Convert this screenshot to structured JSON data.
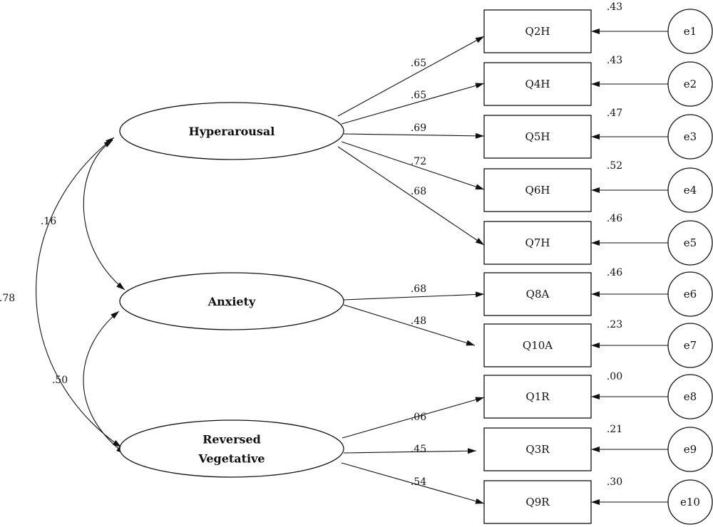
{
  "latents": [
    {
      "id": "hyperarousal",
      "lines": [
        "Hyperarousal"
      ]
    },
    {
      "id": "anxiety",
      "lines": [
        "Anxiety"
      ]
    },
    {
      "id": "reversed_vegetative",
      "lines": [
        "Reversed",
        "Vegetative"
      ]
    }
  ],
  "items": [
    {
      "id": "Q2H",
      "label": "Q2H",
      "error": "e1",
      "r2": ".43",
      "factor": "hyperarousal",
      "loading": ".65"
    },
    {
      "id": "Q4H",
      "label": "Q4H",
      "error": "e2",
      "r2": ".43",
      "factor": "hyperarousal",
      "loading": ".65"
    },
    {
      "id": "Q5H",
      "label": "Q5H",
      "error": "e3",
      "r2": ".47",
      "factor": "hyperarousal",
      "loading": ".69"
    },
    {
      "id": "Q6H",
      "label": "Q6H",
      "error": "e4",
      "r2": ".52",
      "factor": "hyperarousal",
      "loading": ".72"
    },
    {
      "id": "Q7H",
      "label": "Q7H",
      "error": "e5",
      "r2": ".46",
      "factor": "hyperarousal",
      "loading": ".68"
    },
    {
      "id": "Q8A",
      "label": "Q8A",
      "error": "e6",
      "r2": ".46",
      "factor": "anxiety",
      "loading": ".68"
    },
    {
      "id": "Q10A",
      "label": "Q10A",
      "error": "e7",
      "r2": ".23",
      "factor": "anxiety",
      "loading": ".48"
    },
    {
      "id": "Q1R",
      "label": "Q1R",
      "error": "e8",
      "r2": ".00",
      "factor": "reversed_vegetative",
      "loading": ".06"
    },
    {
      "id": "Q3R",
      "label": "Q3R",
      "error": "e9",
      "r2": ".21",
      "factor": "reversed_vegetative",
      "loading": ".45"
    },
    {
      "id": "Q9R",
      "label": "Q9R",
      "error": "e10",
      "r2": ".30",
      "factor": "reversed_vegetative",
      "loading": ".54"
    }
  ],
  "correlations": [
    {
      "from": "hyperarousal",
      "to": "anxiety",
      "value": ".16"
    },
    {
      "from": "anxiety",
      "to": "reversed_vegetative",
      "value": ".50"
    },
    {
      "from": "hyperarousal",
      "to": "reversed_vegetative",
      "value": ".78"
    }
  ]
}
